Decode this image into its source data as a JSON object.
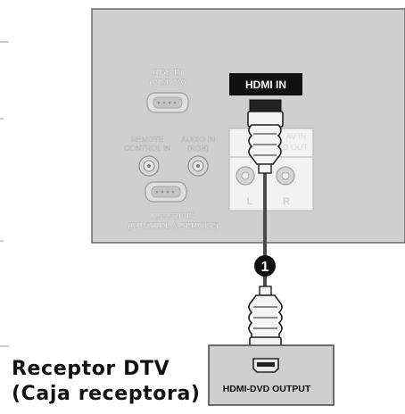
{
  "tv_panel": {
    "rgb_in_label": [
      "RGB IN",
      "(PC/DTV)"
    ],
    "hdmi_in_label": "HDMI IN",
    "remote_control_label": [
      "REMOTE",
      "CONTROL IN"
    ],
    "audio_in_label": [
      "AUDIO IN",
      "(RGB)"
    ],
    "rs232c_label": [
      "RS-232C IN",
      "(CONTROL & SERVICE)"
    ],
    "hdmi_audio_label": [
      "AV IN",
      "AUDIO OUT"
    ],
    "left_label": "L",
    "right_label": "R"
  },
  "step_marker": "1",
  "dtv_receiver": {
    "caption_line1": "Receptor DTV",
    "caption_line2": "(Caja receptora)",
    "output_label": "HDMI-DVD OUTPUT"
  },
  "colors": {
    "panel_fill": "#cfcfcf",
    "panel_border": "#6b6b6b",
    "faded_label": "#ececec",
    "cable": "#4a4a4a",
    "label_dark": "#111111"
  }
}
